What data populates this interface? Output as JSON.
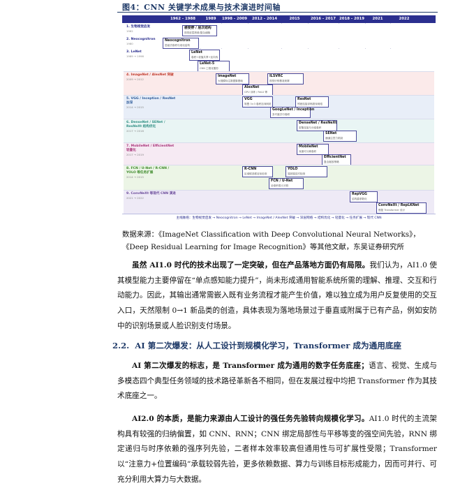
{
  "figure": {
    "title": "图4：CNN 关键学术成果与技术演进时间轴",
    "periods": [
      "1962 - 1988",
      "1989",
      "1998 - 2009",
      "2012 - 2014",
      "2015",
      "2016 - 2017",
      "2018 - 2019",
      "2021",
      "2022"
    ],
    "rows": [
      {
        "name": "1. 生物视觉启发",
        "years": "1962",
        "color": "#ffffff",
        "boxes": [
          {
            "title": "感受野 / 层次结构",
            "desc": "视觉皮层简单/复杂细胞"
          }
        ]
      },
      {
        "name": "2. Neocognitron",
        "years": "1980",
        "color": "#ffffff",
        "boxes": [
          {
            "title": "Neocognitron",
            "desc": "层级式卷积与池化结构"
          }
        ]
      },
      {
        "name": "3. LeNet",
        "years": "1989 → 1998",
        "color": "#ffffff",
        "boxes": [
          {
            "title": "LeNet",
            "desc": "卷积+权值共享+反向传播"
          },
          {
            "title": "LeNet-5",
            "desc": "CNN 工程化雏形"
          }
        ]
      },
      {
        "name": "4. ImageNet / AlexNet 突破",
        "years": "2009 → 2012",
        "color": "#fbeaea",
        "boxes": [
          {
            "title": "ImageNet",
            "desc": "大规模标注数据集基础"
          },
          {
            "title": "ILSVRC",
            "desc": "视觉识别基准竞赛"
          },
          {
            "title": "AlexNet",
            "desc": "GPU 训练 / ReLU 等"
          }
        ]
      },
      {
        "name": "5. VGG / Inception / ResNet 加深",
        "years": "2014 → 2015",
        "color": "#e8eef8",
        "boxes": [
          {
            "title": "VGG",
            "desc": "堆叠 3×3 卷积加深网络"
          },
          {
            "title": "ResNet",
            "desc": "残差连接训练超深网络"
          },
          {
            "title": "GoogLeNet / Inception",
            "desc": "多尺度并行卷积"
          }
        ]
      },
      {
        "name": "6. DenseNet / SENet / ResNeXt 结构优化",
        "years": "2017 → 2018",
        "color": "#e9f5f4",
        "boxes": [
          {
            "title": "DenseNet / ResNeXt",
            "desc": "密集连接与分组卷积"
          },
          {
            "title": "SENet",
            "desc": "通道注意力机制"
          }
        ]
      },
      {
        "name": "7. MobileNet / EfficientNet 轻量化",
        "years": "2017 → 2019",
        "color": "#f6eaf3",
        "boxes": [
          {
            "title": "MobileNet",
            "desc": "深度可分离卷积"
          },
          {
            "title": "EfficientNet",
            "desc": "复合缩放策略"
          }
        ]
      },
      {
        "name": "8. FCN / U-Net / R-CNN / YOLO 等任务扩展",
        "years": "2014 → 2015",
        "color": "#ecf5e6",
        "boxes": [
          {
            "title": "R-CNN",
            "desc": "区域候选框目标检测"
          },
          {
            "title": "YOLO",
            "desc": "端到端实时检测"
          },
          {
            "title": "FCN / U-Net",
            "desc": "全卷积语义分割"
          }
        ]
      },
      {
        "name": "9. ConvNeXt 等现代 CNN 演进",
        "years": "2021 → 2022",
        "color": "#eeeaf6",
        "boxes": [
          {
            "title": "RepVGG",
            "desc": "结构重参数化"
          },
          {
            "title": "ConvNeXt / RepLKNet",
            "desc": "借鉴 Transformer 设计"
          }
        ]
      }
    ],
    "legend": "主线脉络：生物视觉启发 → Neocognitron → LeNet → ImageNet / AlexNet 突破 → 深层网络 → 结构优化 → 轻量化 → 任务扩展 → 现代 CNN"
  },
  "source_note": "数据来源：《ImageNet Classification with Deep Convolutional Neural Networks》，《Deep Residual Learning for Image Recognition》等其他文献，东吴证券研究所",
  "para1": {
    "lead": "虽然 AI1.0 时代的技术出现了一定突破，但在产品落地方面仍有局限。",
    "body": "我们认为，AI1.0 使其模型能力主要停留在“单点感知能力提升”，尚未形成通用智能系统所需的理解、推理、交互和行动能力。因此，其输出通常需嵌入既有业务流程才能产生价值，难以独立成为用户反复使用的交互入口，天然限制 0→1 新品类的创造，具体表现为落地场景过于垂直或附属于已有产品，例如安防中的识别场景或人脸识别支付场景。"
  },
  "section": {
    "number": "2.2.",
    "title": "AI 第二次爆发：从人工设计到规模化学习，Transformer 成为通用底座"
  },
  "para2": {
    "lead": "AI 第二次爆发的标志，是 Transformer 成为通用的数字任务底座；",
    "body": "语言、视觉、生成与多模态四个典型任务领域的技术路径革新各不相同，但在发展过程中均把 Transformer 作为其技术底座之一。"
  },
  "para3": {
    "lead": "AI2.0 的本质，是能力来源由人工设计的强任务先验转向规模化学习。",
    "body": "AI1.0 时代的主流架构具有较强的归纳偏置，如 CNN、RNN；CNN 绑定局部性与平移等变的强空间先验，RNN 绑定递归与时序依赖的强序列先验，二者样本效率较高但通用性与可扩展性受限；Transformer 以“注意力+位置编码”承载较弱先验，更多依赖数据、算力与训练目标形成能力，因而可并行、可充分利用大算力与大数据。"
  }
}
